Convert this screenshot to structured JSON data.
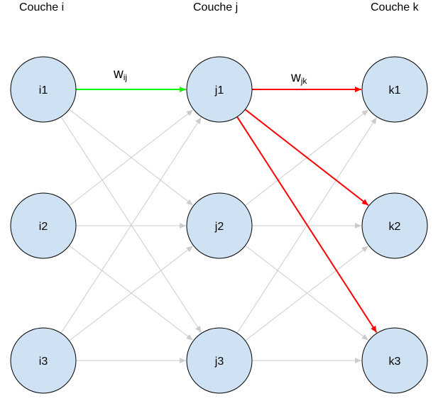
{
  "layers": [
    {
      "title": "Couche i",
      "nodes": [
        "i1",
        "i2",
        "i3"
      ]
    },
    {
      "title": "Couche j",
      "nodes": [
        "j1",
        "j2",
        "j3"
      ]
    },
    {
      "title": "Couche k",
      "nodes": [
        "k1",
        "k2",
        "k3"
      ]
    }
  ],
  "weights": {
    "w_ij": {
      "base": "w",
      "sub": "ij"
    },
    "w_jk": {
      "base": "w",
      "sub": "jk"
    }
  },
  "colors": {
    "node_fill": "#cfe2f3",
    "node_stroke": "#000000",
    "edge_default": "#cccccc",
    "edge_green": "#00ff00",
    "edge_red": "#ff0000"
  },
  "highlighted_edges": [
    {
      "from": "i1",
      "to": "j1",
      "color": "green"
    },
    {
      "from": "j1",
      "to": "k1",
      "color": "red"
    },
    {
      "from": "j1",
      "to": "k2",
      "color": "red"
    },
    {
      "from": "j1",
      "to": "k3",
      "color": "red"
    }
  ]
}
